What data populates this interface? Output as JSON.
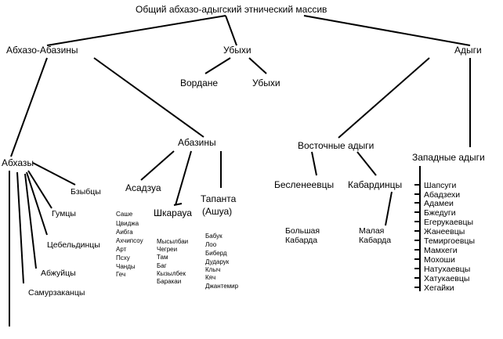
{
  "diagram": {
    "root": "Общий абхазо-адыгский этнический массив",
    "level1": [
      "Абхазо-Абазины",
      "Убыхи",
      "Адыги"
    ],
    "ubykh_children": [
      "Вордане",
      "Убыхи"
    ],
    "abkhaz": "Абхазы",
    "abkhaz_children": [
      "Бзыбцы",
      "Гумцы",
      "Цебельдинцы",
      "Абжуйцы",
      "Самурзаканцы"
    ],
    "abazin": "Абазины",
    "abazin_children": [
      "Асадзуа",
      "Шкарауа",
      "Тапанта",
      "(Ашуа)"
    ],
    "asadzua_list": [
      "Саше",
      "Цвиджа",
      "Аибга",
      "Ахчипсоу",
      "Арт",
      "Псху",
      "Чанды",
      "Геч"
    ],
    "shkaraua_list": [
      "Мысылбаи",
      "Чегреи",
      "Там",
      "Баг",
      "Кызылбек",
      "Баракаи"
    ],
    "tapanta_list": [
      "Бабук",
      "Лоо",
      "Биберд",
      "Дударук",
      "Клыч",
      "Кяч",
      "Джантемир"
    ],
    "east": "Восточные адыги",
    "east_children": [
      "Бесленеевцы",
      "Кабардинцы"
    ],
    "kabardin_children": [
      "Большая",
      "Кабарда",
      "Малая",
      "Кабарда"
    ],
    "west": "Западные адыги",
    "west_list": [
      "Шапсуги",
      "Абадзехи",
      "Адамеи",
      "Бжедуги",
      "Егерукаевцы",
      "Жанеевцы",
      "Темиргоевцы",
      "Мамхеги",
      "Мохоши",
      "Натухаевцы",
      "Хатукаевцы",
      "Хегайки"
    ]
  }
}
